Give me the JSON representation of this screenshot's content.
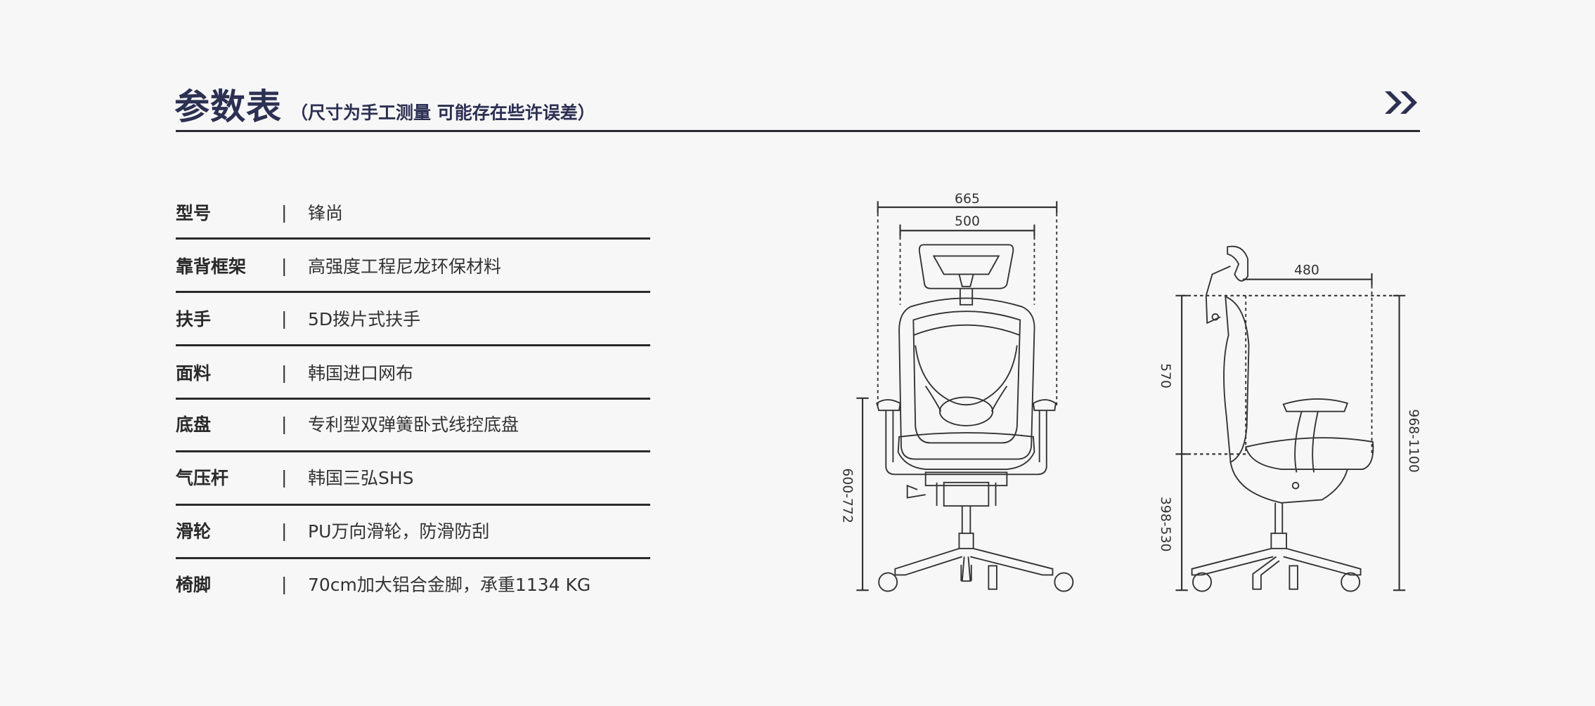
{
  "header": {
    "title": "参数表",
    "subtitle": "（尺寸为手工测量 可能存在些许误差）",
    "next_icon": "double-chevron-right-icon"
  },
  "specs": [
    {
      "label": "型号",
      "value": "锋尚"
    },
    {
      "label": "靠背框架",
      "value": "高强度工程尼龙环保材料"
    },
    {
      "label": "扶手",
      "value": " 5D拨片式扶手"
    },
    {
      "label": "面料",
      "value": "韩国进口网布"
    },
    {
      "label": "底盘",
      "value": "专利型双弹簧卧式线控底盘"
    },
    {
      "label": "气压杆",
      "value": "韩国三弘SHS"
    },
    {
      "label": "滑轮",
      "value": "PU万向滑轮，防滑防刮"
    },
    {
      "label": "椅脚",
      "value": "70cm加大铝合金脚，承重1134 KG"
    }
  ],
  "separator": "|",
  "dimensions": {
    "front": {
      "overall_width": "665",
      "back_width": "500",
      "armrest_height": "600-772"
    },
    "side": {
      "seat_depth": "480",
      "back_height": "570",
      "seat_height": "398-530",
      "total_height": "968-1100"
    }
  },
  "colors": {
    "title": "#2c3052",
    "background": "#f7f7f7",
    "text": "#333333"
  }
}
